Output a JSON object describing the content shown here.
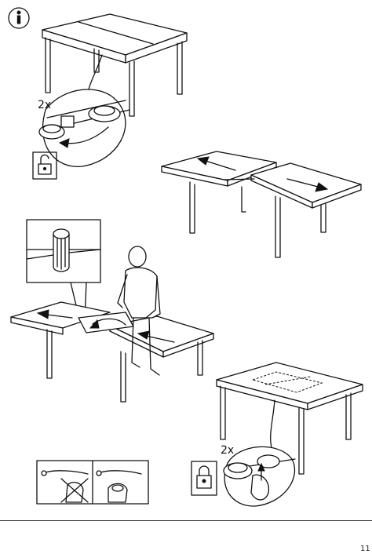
{
  "page": {
    "number": "11"
  },
  "step1": {
    "count_label": "2x"
  },
  "step5": {
    "count_label": "2x"
  },
  "icons": [
    "info-icon",
    "unlock-icon",
    "lock-icon",
    "no-pinch-icon",
    "pinch-ok-icon",
    "arrow-icon"
  ]
}
